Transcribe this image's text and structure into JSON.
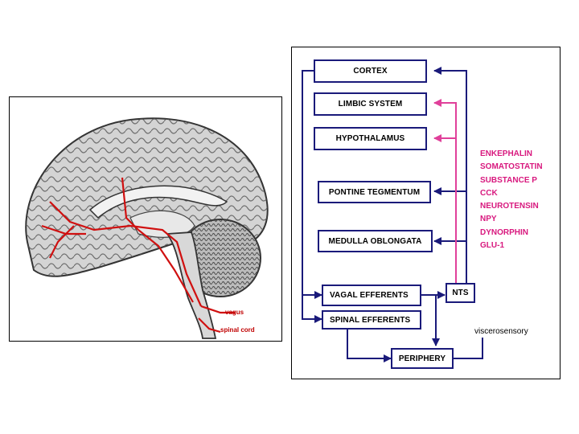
{
  "diagram": {
    "boxes": {
      "cortex": "CORTEX",
      "limbic_system": "LIMBIC SYSTEM",
      "hypothalamus": "HYPOTHALAMUS",
      "pontine_tegmentum": "PONTINE TEGMENTUM",
      "medulla_oblongata": "MEDULLA OBLONGATA",
      "vagal_efferents": "VAGAL EFFERENTS",
      "nts": "NTS",
      "spinal_efferents": "SPINAL EFFERENTS",
      "periphery": "PERIPHERY"
    },
    "neuropeptides": [
      "ENKEPHALIN",
      "SOMATOSTATIN",
      "SUBSTANCE P",
      "CCK",
      "NEUROTENSIN",
      "NPY",
      "DYNORPHIN",
      "GLU-1"
    ],
    "viscerosensory_label": "viscerosensory",
    "colors": {
      "box_border": "#1a1a7a",
      "arrow": "#1a1a7a",
      "peptide_text": "#d8187e",
      "peptide_arrow": "#e0409a"
    }
  },
  "brain_illustration": {
    "labels": {
      "vagus": "vagus",
      "spinal_cord": "spinal cord"
    },
    "colors": {
      "nerve": "#d01010",
      "tissue": "#cfcfcf",
      "outline": "#333333"
    }
  }
}
